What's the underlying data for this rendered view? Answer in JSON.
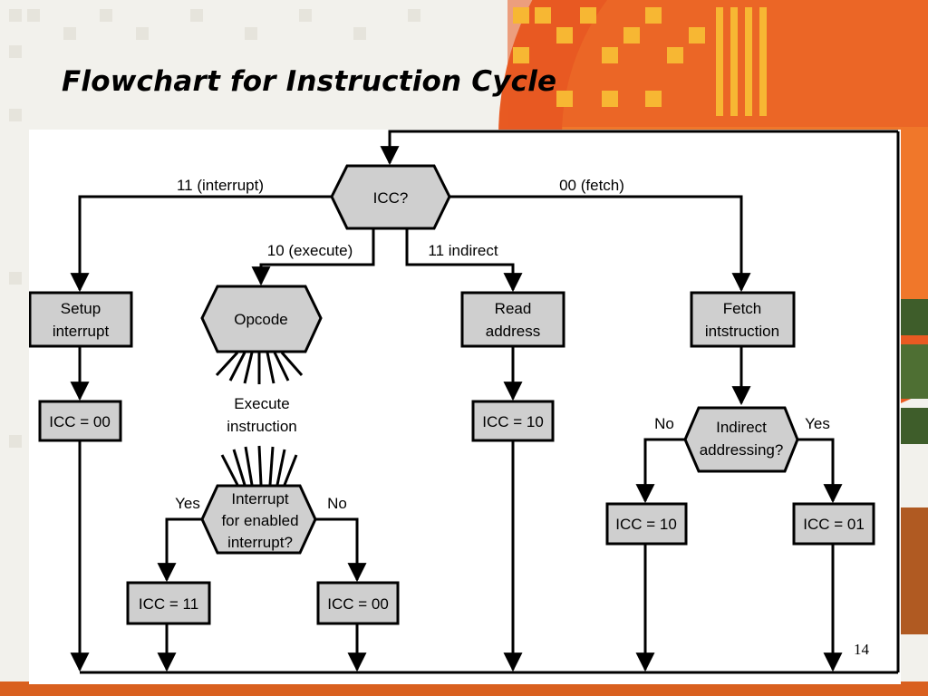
{
  "slide": {
    "title": "Flowchart for Instruction Cycle",
    "page_number": "14"
  },
  "flowchart": {
    "decision_icc": "ICC?",
    "edge_interrupt": "11 (interrupt)",
    "edge_fetch": "00 (fetch)",
    "edge_execute": "10 (execute)",
    "edge_indirect": "11 indirect",
    "setup_interrupt": [
      "Setup",
      "interrupt"
    ],
    "opcode": "Opcode",
    "read_address": [
      "Read",
      "address"
    ],
    "fetch_instruction": [
      "Fetch",
      "intstruction"
    ],
    "execute_instruction": [
      "Execute",
      "instruction"
    ],
    "icc_00_left": "ICC = 00",
    "icc_10_mid": "ICC = 10",
    "interrupt_decision": [
      "Interrupt",
      "for enabled",
      "interrupt?"
    ],
    "yes_left": "Yes",
    "no_left": "No",
    "icc_11": "ICC = 11",
    "icc_00_right": "ICC = 00",
    "indirect_decision": [
      "Indirect",
      "addressing?"
    ],
    "no_right": "No",
    "yes_right": "Yes",
    "icc_10_right": "ICC = 10",
    "icc_01": "ICC = 01"
  },
  "colors": {
    "box_fill": "#cfcfcf",
    "stroke": "#000000",
    "accent_orange": "#e85a22",
    "accent_yellow": "#f7b733"
  }
}
